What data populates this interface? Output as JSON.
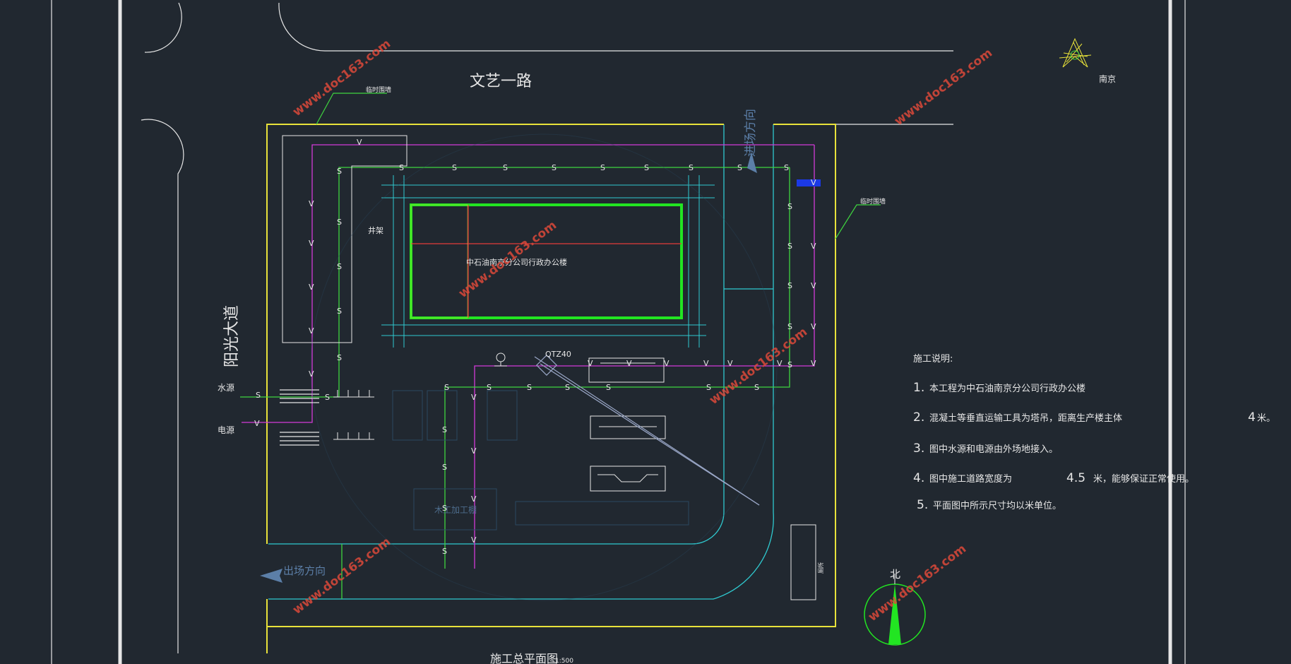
{
  "drawing": {
    "road_top": "文艺一路",
    "road_left": "阳光大道",
    "north_label": "北",
    "compass_city": "南京",
    "entry_direction": "进场方向",
    "exit_direction": "出场方向",
    "title": "施工总平面图",
    "scale": "1:500"
  },
  "labels": {
    "fence_left": "临时围墙",
    "fence_right": "临时围墙",
    "hoist": "井架",
    "building_name": "中石油南京分公司行政办公楼",
    "crane": "QTZ40",
    "water_source": "水源",
    "power_source": "电源",
    "woodshop": "木工加工棚",
    "toilet": "厕所",
    "pipe_s": "S",
    "line_v": "V"
  },
  "notes": {
    "heading": "施工说明:",
    "items": [
      {
        "num": "1.",
        "text": "本工程为中石油南京分公司行政办公楼"
      },
      {
        "num": "2.",
        "text": "混凝土等垂直运输工具为塔吊，距离生产楼主体",
        "value": "4",
        "unit": "米。"
      },
      {
        "num": "3.",
        "text": "图中水源和电源由外场地接入。"
      },
      {
        "num": "4.",
        "text": "图中施工道路宽度为",
        "value": "4.5",
        "unit": "米，能够保证正常使用。"
      },
      {
        "num": "5.",
        "text": "平面图中所示尺寸均以米单位。"
      }
    ]
  },
  "watermark": "www.doc163.com",
  "colors": {
    "background": "#212830",
    "site_boundary": "#e8e23a",
    "road": "#2fc9cf",
    "water_pipe": "#3fd43f",
    "power_line": "#d23ad8",
    "building": "#22e522",
    "axis": "#e33b3b",
    "watermark": "#e04a3a",
    "text": "#e6e6e6"
  }
}
